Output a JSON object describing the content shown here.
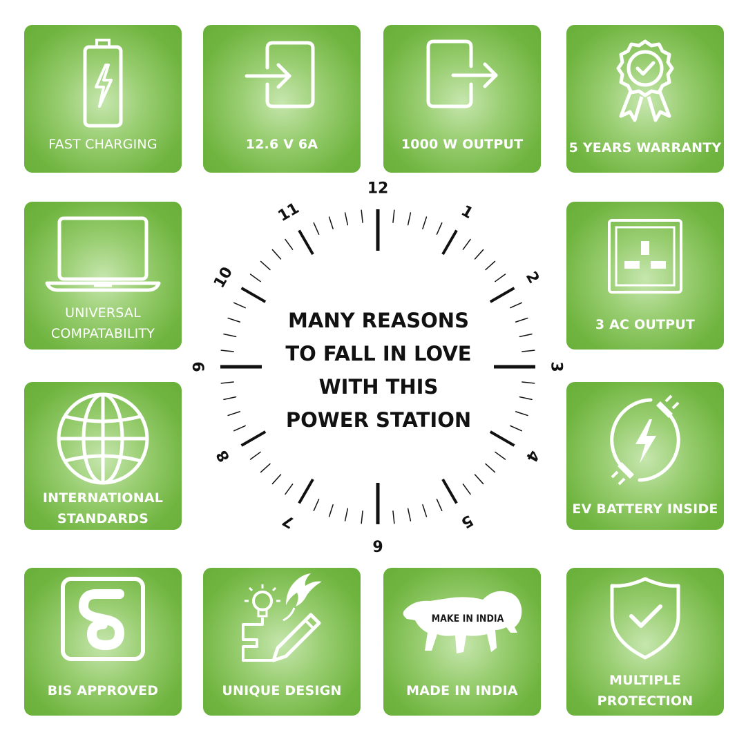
{
  "colors": {
    "tile_green": "#6fb43f",
    "tile_highlight": "#c6e6ae",
    "text_white": "#ffffff",
    "headline": "#111111",
    "clock_marks": "#111111"
  },
  "headline": [
    "MANY REASONS",
    "TO FALL IN LOVE",
    "WITH THIS",
    "POWER STATION"
  ],
  "clock": {
    "numerals": [
      "12",
      "1",
      "2",
      "3",
      "4",
      "5",
      "6",
      "7",
      "8",
      "9",
      "10",
      "11"
    ]
  },
  "features": [
    {
      "id": "fast-charging",
      "icon": "battery-bolt-icon",
      "label": [
        "FAST CHARGING"
      ]
    },
    {
      "id": "input-rating",
      "icon": "input-arrow-icon",
      "label": [
        "12.6 V  6A"
      ]
    },
    {
      "id": "output",
      "icon": "output-arrow-icon",
      "label": [
        "1000 W OUTPUT"
      ]
    },
    {
      "id": "warranty",
      "icon": "warranty-badge-icon",
      "label": [
        "5 YEARS WARRANTY"
      ]
    },
    {
      "id": "compatibility",
      "icon": "laptop-icon",
      "label": [
        "UNIVERSAL",
        "COMPATABILITY"
      ]
    },
    {
      "id": "ac-output",
      "icon": "ac-socket-icon",
      "label": [
        "3 AC OUTPUT"
      ]
    },
    {
      "id": "standards",
      "icon": "globe-icon",
      "label": [
        "INTERNATIONAL",
        "STANDARDS"
      ]
    },
    {
      "id": "ev-battery",
      "icon": "ev-plug-bolt-icon",
      "label": [
        "EV BATTERY INSIDE"
      ]
    },
    {
      "id": "bis",
      "icon": "bis-logo-icon",
      "label": [
        "BIS APPROVED"
      ]
    },
    {
      "id": "design",
      "icon": "design-idea-icon",
      "label": [
        "UNIQUE DESIGN"
      ]
    },
    {
      "id": "india",
      "icon": "make-in-india-lion-icon",
      "label": [
        "MADE IN INDIA"
      ],
      "logo_text": "MAKE IN INDIA"
    },
    {
      "id": "protection",
      "icon": "shield-check-icon",
      "label": [
        "MULTIPLE",
        "PROTECTION"
      ]
    }
  ]
}
